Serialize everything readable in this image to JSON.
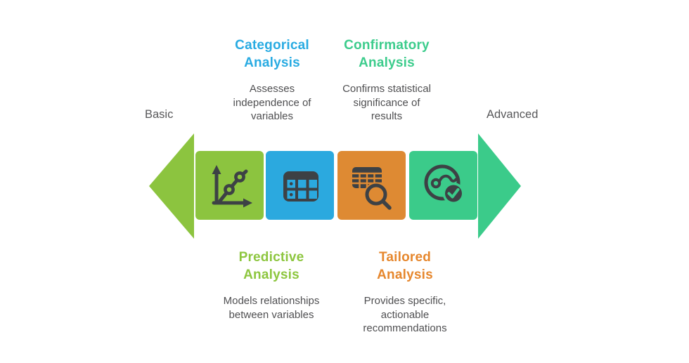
{
  "scale_labels": {
    "left": "Basic",
    "right": "Advanced"
  },
  "top_labels": [
    {
      "title": "Categorical Analysis",
      "title_lines": [
        "Categorical",
        "Analysis"
      ],
      "desc_lines": [
        "Assesses",
        "independence of",
        "variables"
      ],
      "color": "#29ABE2"
    },
    {
      "title": "Confirmatory Analysis",
      "title_lines": [
        "Confirmatory",
        "Analysis"
      ],
      "desc_lines": [
        "Confirms statistical",
        "significance of",
        "results"
      ],
      "color": "#3CCC8C"
    }
  ],
  "bottom_labels": [
    {
      "title": "Predictive Analysis",
      "title_lines": [
        "Predictive",
        "Analysis"
      ],
      "desc_lines": [
        "Models relationships",
        "between variables"
      ],
      "color": "#8DC63F"
    },
    {
      "title": "Tailored Analysis",
      "title_lines": [
        "Tailored",
        "Analysis"
      ],
      "desc_lines": [
        "Provides specific,",
        "actionable",
        "recommendations"
      ],
      "color": "#E6872D"
    }
  ],
  "timeline": {
    "left_arrow_color": "#8CC43F",
    "right_arrow_color": "#3BCB8A",
    "icon_color": "#3D4145",
    "steps": [
      {
        "linked_label": "Predictive Analysis",
        "color": "#8CC43F",
        "icon": "scatter-chart-icon"
      },
      {
        "linked_label": "Categorical Analysis",
        "color": "#2BA9DF",
        "icon": "data-table-icon"
      },
      {
        "linked_label": "Tailored Analysis",
        "color": "#DE8A33",
        "icon": "table-search-icon"
      },
      {
        "linked_label": "Confirmatory Analysis",
        "color": "#3BCB8A",
        "icon": "review-check-icon"
      }
    ]
  }
}
